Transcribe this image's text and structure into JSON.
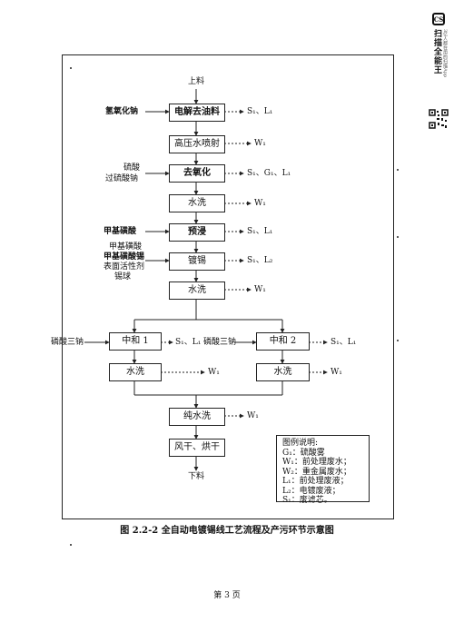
{
  "app_rail": {
    "name": "扫描全能王",
    "subtitle": "3亿人都在用的扫描App",
    "logo_text": "CS"
  },
  "flow": {
    "input": "上料",
    "output": "下料",
    "steps": {
      "s1": "电解去油料",
      "s2": "高压水喷射",
      "s3": "去氧化",
      "s4": "水洗",
      "s5": "预浸",
      "s6": "镀锡",
      "s7": "水洗",
      "n1": "中和 1",
      "n2": "中和 2",
      "w1": "水洗",
      "w2": "水洗",
      "pure": "纯水洗",
      "dry": "风干、烘干"
    },
    "inputs": {
      "a": "氢氧化钠",
      "b1": "硫酸",
      "b2": "过硫酸钠",
      "c": "甲基磺酸",
      "d1": "甲基磺酸",
      "d2": "甲基磺酸锡",
      "d3": "表面活性剂",
      "d4": "锡球",
      "e": "磷酸三钠",
      "f": "磷酸三钠"
    },
    "emissions": {
      "s1": "S₁、L₁",
      "s2": "W₁",
      "s3": "S₁、G₁、L₁",
      "s4": "W₁",
      "s5": "S₁、L₁",
      "s6": "S₁、L₂",
      "s7": "W₁",
      "n1": "S₁、L₁",
      "n2": "S₁、L₁",
      "w1": "W₁",
      "w2": "W₁",
      "pure": "W₁"
    }
  },
  "legend": {
    "title": "图例说明:",
    "items": [
      "G₁：硫酸雾",
      "W₁：前处理废水；",
      "W₂：重金属废水；",
      "L₁：前处理废液；",
      "L₂：电镀废液；",
      "S₁：废滤芯。"
    ]
  },
  "caption": "图 2.2-2 全自动电镀锡线工艺流程及产污环节示意图",
  "page_number": "第 3 页"
}
